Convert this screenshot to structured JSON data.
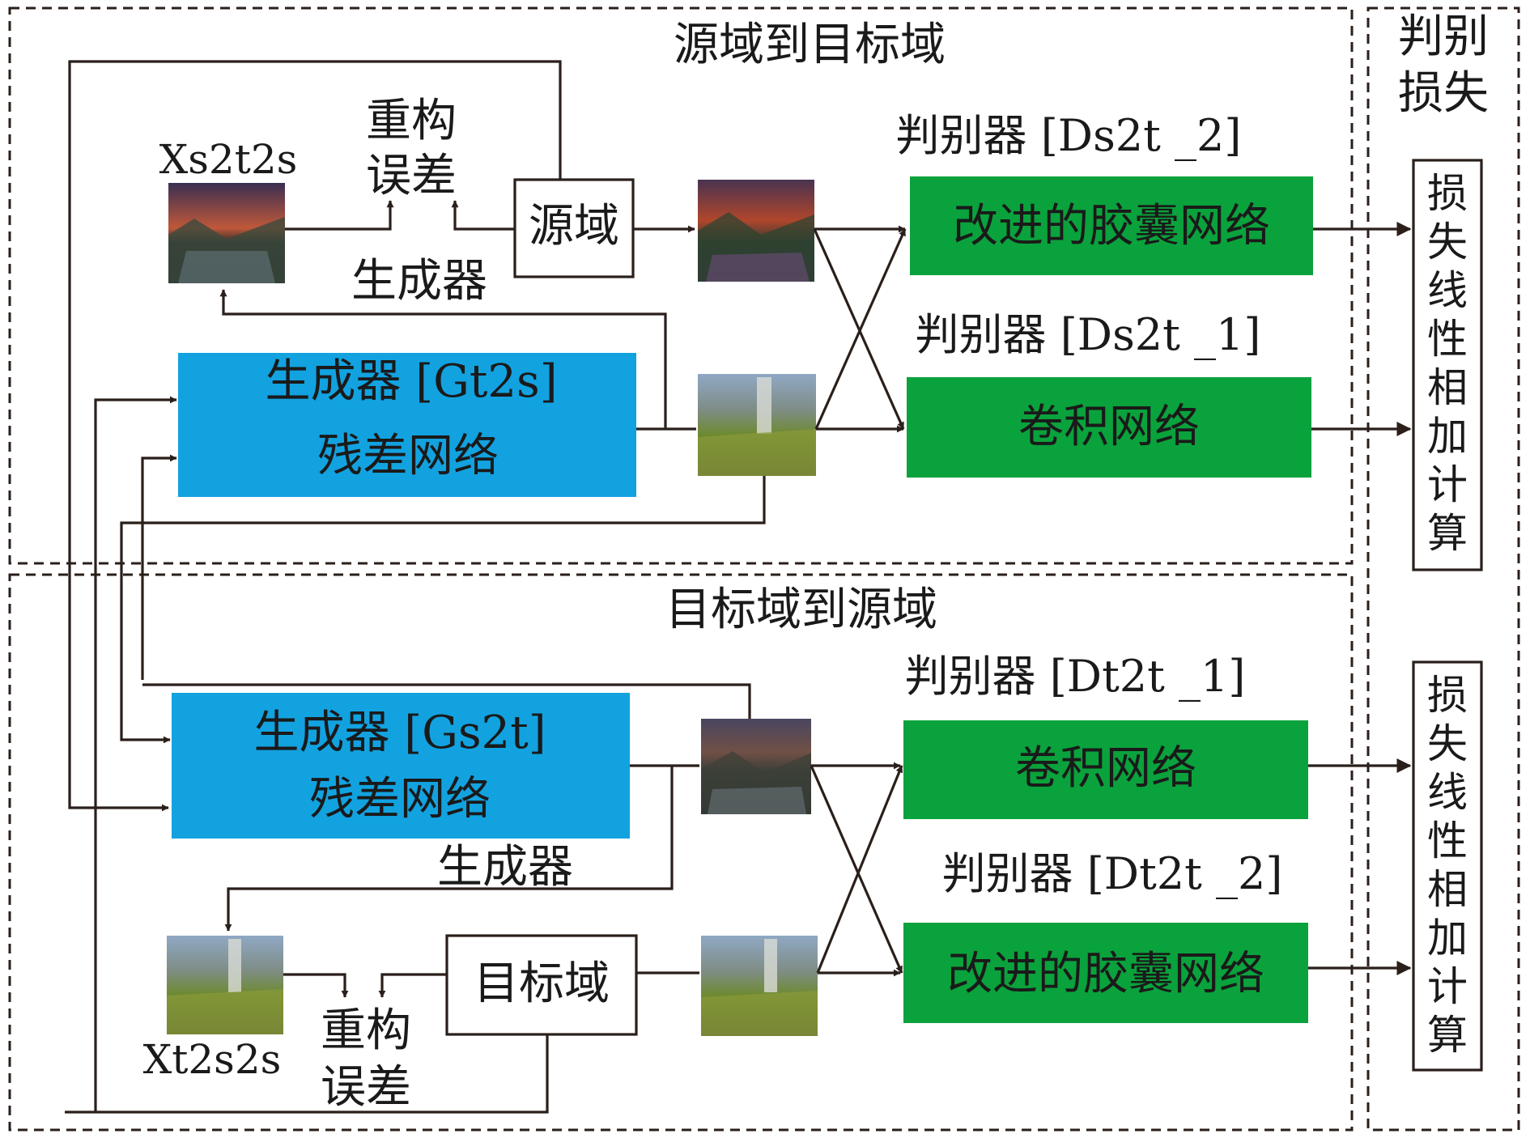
{
  "colors": {
    "generator": "#12a2e0",
    "discriminator": "#0aa23c",
    "line": "#2a1f1a"
  },
  "sections": {
    "top_title": "源域到目标域",
    "bottom_title": "目标域到源域",
    "right_title": [
      "判别",
      "损失"
    ]
  },
  "top": {
    "recon_label": "Xs2t2s",
    "recon_error": [
      "重构",
      "误差"
    ],
    "source_box": "源域",
    "generator_tag": "生成器",
    "generator_name": "生成器 [Gt2s]",
    "generator_net": "残差网络",
    "disc2_label": "判别器 [Ds2t _2]",
    "disc2_net": "改进的胶囊网络",
    "disc1_label": "判别器 [Ds2t _1]",
    "disc1_net": "卷积网络"
  },
  "bottom": {
    "generator_name": "生成器 [Gs2t]",
    "generator_net": "残差网络",
    "generator_tag": "生成器",
    "recon_label": "Xt2s2s",
    "recon_error": [
      "重构",
      "误差"
    ],
    "target_box": "目标域",
    "disc1_label": "判别器 [Dt2t _1]",
    "disc1_net": "卷积网络",
    "disc2_label": "判别器 [Dt2t _2]",
    "disc2_net": "改进的胶囊网络"
  },
  "loss_box_chars": [
    "损",
    "失",
    "线",
    "性",
    "相",
    "加",
    "计",
    "算"
  ]
}
